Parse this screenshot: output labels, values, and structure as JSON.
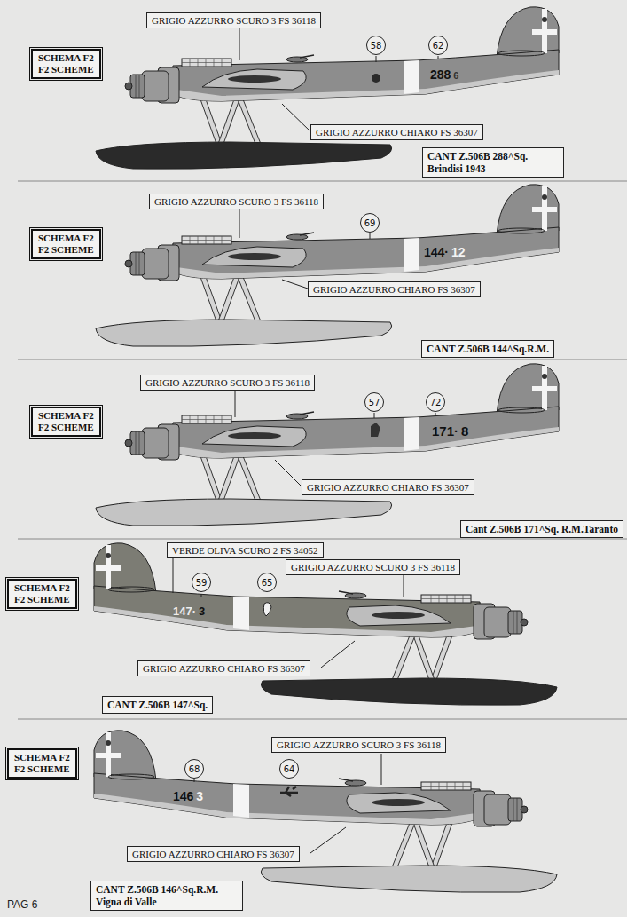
{
  "diagram": {
    "nodes": [
      {
        "text": [
          "SCHEMA F2",
          "F2 SCHEME"
        ]
      },
      {
        "text": [
          "GRIGIO AZZURRO SCURO 3  FS 36118"
        ]
      },
      {
        "text": [
          "58"
        ]
      },
      {
        "text": [
          "62"
        ]
      },
      {
        "text": [
          "GRIGIO AZZURRO CHIARO  FS 36307"
        ]
      },
      {
        "text": [
          "CANT Z.506B 288^Sq. Brindisi 1943"
        ]
      },
      {
        "text": [
          "SCHEMA F2",
          "F2 SCHEME"
        ]
      },
      {
        "text": [
          "GRIGIO AZZURRO SCURO 3  FS 36118"
        ]
      },
      {
        "text": [
          "69"
        ]
      },
      {
        "text": [
          "GRIGIO AZZURRO CHIARO  FS 36307"
        ]
      },
      {
        "text": [
          "CANT Z.506B 144^Sq.R.M."
        ]
      },
      {
        "text": [
          "SCHEMA F2",
          "F2 SCHEME"
        ]
      },
      {
        "text": [
          "GRIGIO AZZURRO SCURO 3  FS 36118"
        ]
      },
      {
        "text": [
          "57"
        ]
      },
      {
        "text": [
          "72"
        ]
      },
      {
        "text": [
          "GRIGIO AZZURRO CHIARO  FS 36307"
        ]
      },
      {
        "text": [
          "Cant Z.506B 171^Sq. R.M.Taranto"
        ]
      },
      {
        "text": [
          "SCHEMA F2",
          "F2 SCHEME"
        ]
      },
      {
        "text": [
          "VERDE  OLIVA SCURO 2 FS 34052"
        ]
      },
      {
        "text": [
          "GRIGIO AZZURRO SCURO 3  FS 36118"
        ]
      },
      {
        "text": [
          "59"
        ]
      },
      {
        "text": [
          "65"
        ]
      },
      {
        "text": [
          "GRIGIO AZZURRO CHIARO  FS 36307"
        ]
      },
      {
        "text": [
          "CANT Z.506B 147^Sq."
        ]
      },
      {
        "text": [
          "SCHEMA F2",
          "F2 SCHEME"
        ]
      },
      {
        "text": [
          "GRIGIO AZZURRO SCURO 3  FS 36118"
        ]
      },
      {
        "text": [
          "68"
        ]
      },
      {
        "text": [
          "64"
        ]
      },
      {
        "text": [
          "GRIGIO AZZURRO CHIARO  FS 36307"
        ]
      },
      {
        "text": [
          "CANT Z.506B 146^Sq.R.M. Vigna di Valle"
        ]
      }
    ],
    "labels": [
      "288",
      "6",
      "144·",
      "12",
      "171·",
      "8",
      "147·",
      "3",
      "146",
      "3",
      "PAG 6"
    ]
  }
}
